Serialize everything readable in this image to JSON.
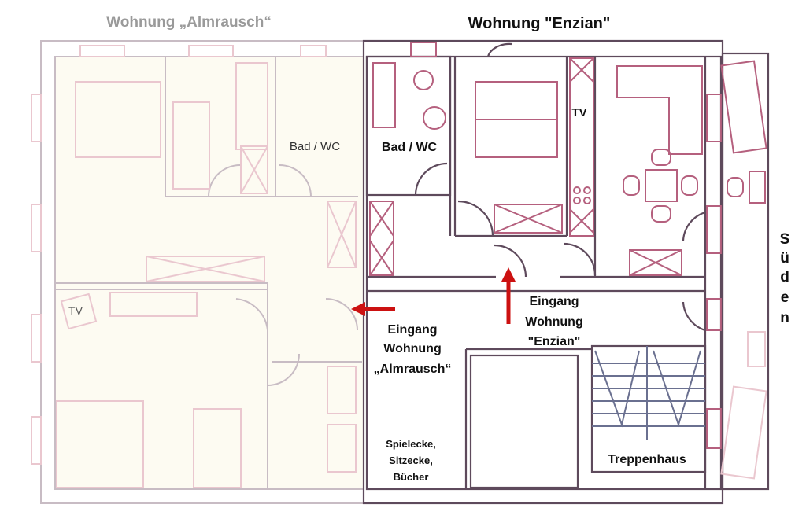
{
  "titles": {
    "left_apartment": "Wohnung „Almrausch“",
    "right_apartment": "Wohnung \"Enzian\""
  },
  "rooms": {
    "left_bath": "Bad / WC",
    "right_bath": "Bad / WC",
    "right_tv": "TV",
    "left_tv": "TV",
    "stairwell": "Treppenhaus",
    "play_corner": [
      "Spielecke,",
      "Sitzecke,",
      "Bücher"
    ]
  },
  "entrances": {
    "almrausch": [
      "Eingang",
      "Wohnung",
      "„Almrausch“"
    ],
    "enzian": [
      "Eingang",
      "Wohnung",
      "\"Enzian\""
    ]
  },
  "orientation": [
    "S",
    "ü",
    "d",
    "e",
    "n"
  ],
  "colors": {
    "arrow": "#cc1111",
    "left_walls": "#c8bcc4",
    "right_walls": "#5e4a5c",
    "right_furniture": "#b5607e"
  }
}
